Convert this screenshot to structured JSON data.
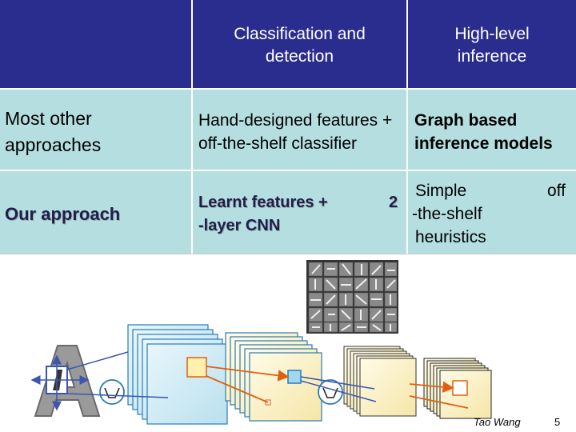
{
  "table": {
    "headers": {
      "col2": "Classification and detection",
      "col3": "High-level inference"
    },
    "rows": [
      {
        "label": "Most other approaches",
        "col2": "Hand-designed features + off-the-shelf classifier",
        "col3": "Graph based inference models"
      },
      {
        "label": "Our approach",
        "col2_line1": "Learnt features +",
        "col2_num": "2",
        "col2_line2": "-layer CNN",
        "col3_w1": "Simple",
        "col3_w2": "off",
        "col3_line2": "-the-shelf",
        "col3_line3": "heuristics"
      }
    ]
  },
  "footer": {
    "author": "Tao Wang",
    "page_number": "5"
  },
  "colors": {
    "header_bg": "#2b2d8e",
    "row_bg": "#b5dee0",
    "arrow_blue": "#3a56b0",
    "arrow_orange": "#e06010",
    "patch_yellow": "#fff0b0"
  }
}
